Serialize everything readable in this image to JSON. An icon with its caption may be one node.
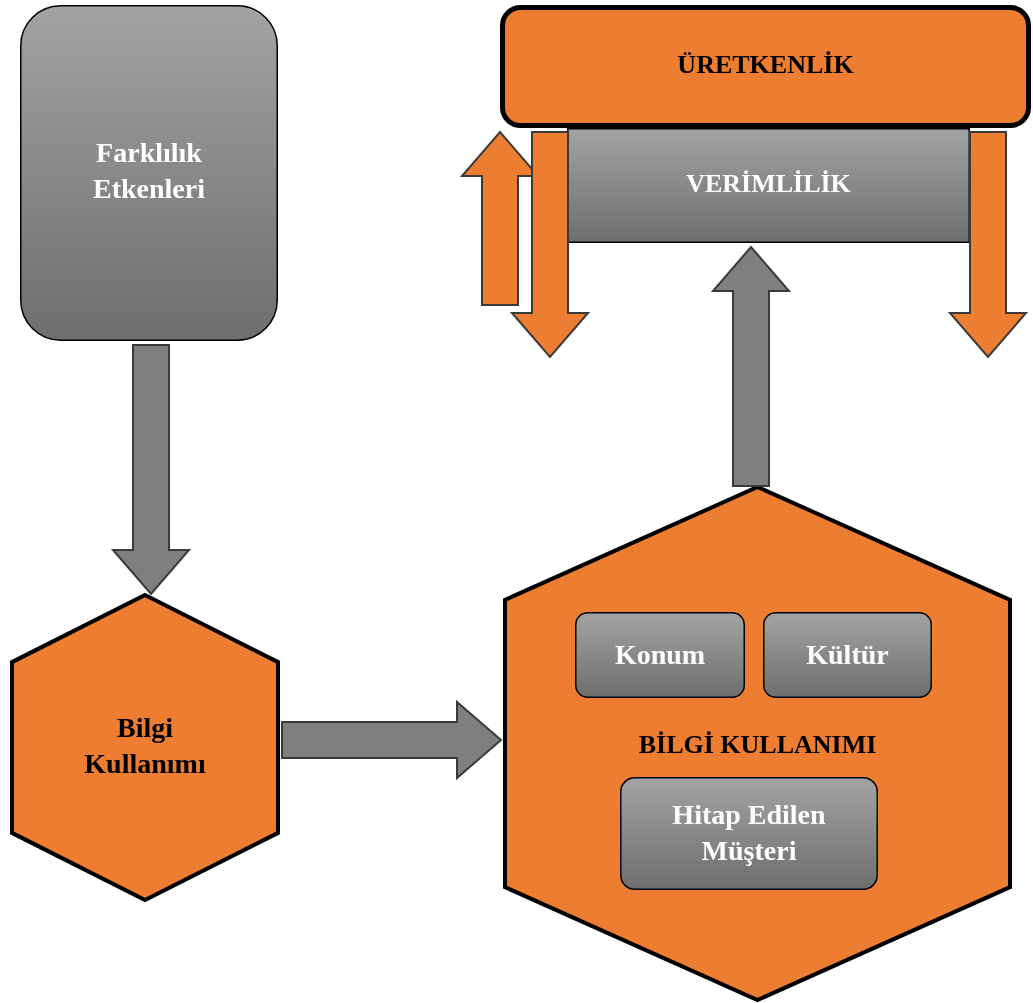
{
  "diagram": {
    "nodes": [
      {
        "text": [
          "Farklılık Etkenleri"
        ]
      },
      {
        "text": [
          "Bilgi Kullanımı"
        ]
      },
      {
        "text": [
          "BİLGİ KULLANIMI"
        ]
      },
      {
        "text": [
          "Konum"
        ],
        "in": 2
      },
      {
        "text": [
          "Kültür"
        ],
        "in": 2
      },
      {
        "text": [
          "Hitap Edilen Müşteri"
        ],
        "in": 2
      },
      {
        "text": [
          "ÜRETKENLİK"
        ]
      },
      {
        "text": [
          "VERİMLİLİK"
        ]
      }
    ],
    "edges": [
      {
        "from": 0,
        "to": 1,
        "arrow": "to"
      },
      {
        "from": 1,
        "to": 2,
        "arrow": "to"
      },
      {
        "from": 2,
        "to": 7,
        "arrow": "to"
      },
      {
        "from": null,
        "to": 6,
        "arrow": "to",
        "color": "#ed7d31"
      },
      {
        "from": 6,
        "to": null,
        "arrow": "to",
        "color": "#ed7d31"
      },
      {
        "from": 6,
        "to": null,
        "arrow": "to",
        "color": "#ed7d31"
      }
    ]
  }
}
